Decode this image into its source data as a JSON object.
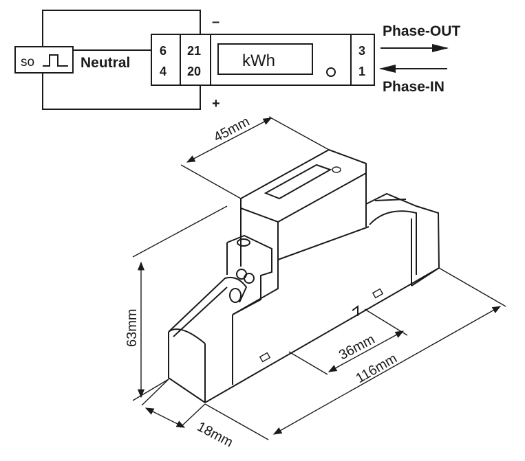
{
  "wiring": {
    "so_label": "so",
    "neutral": "Neutral",
    "terminal_6": "6",
    "terminal_4": "4",
    "terminal_21": "21",
    "terminal_20": "20",
    "display": "kWh",
    "terminal_3": "3",
    "terminal_1": "1",
    "minus": "–",
    "plus": "+",
    "phase_out": "Phase-OUT",
    "phase_in": "Phase-IN"
  },
  "dimensions": {
    "width_45": "45mm",
    "height_63": "63mm",
    "depth_18": "18mm",
    "length_36": "36mm",
    "length_116": "116mm"
  }
}
